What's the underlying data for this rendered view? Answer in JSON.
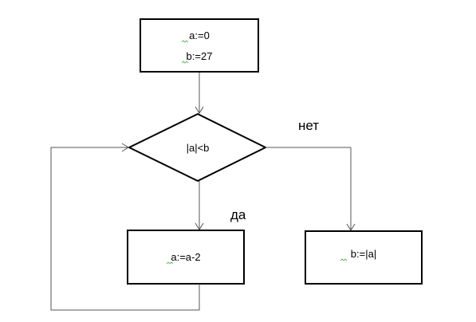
{
  "blocks": {
    "init_line1": "a:=0",
    "init_line2": "b:=27",
    "condition": "|a|<b",
    "loop_body": "a:=a-2",
    "result": "b:=|a|"
  },
  "branches": {
    "no": "нет",
    "yes": "да"
  },
  "colors": {
    "stroke": "#000000",
    "connector": "#555555",
    "spellcheck": "#4caf50"
  }
}
